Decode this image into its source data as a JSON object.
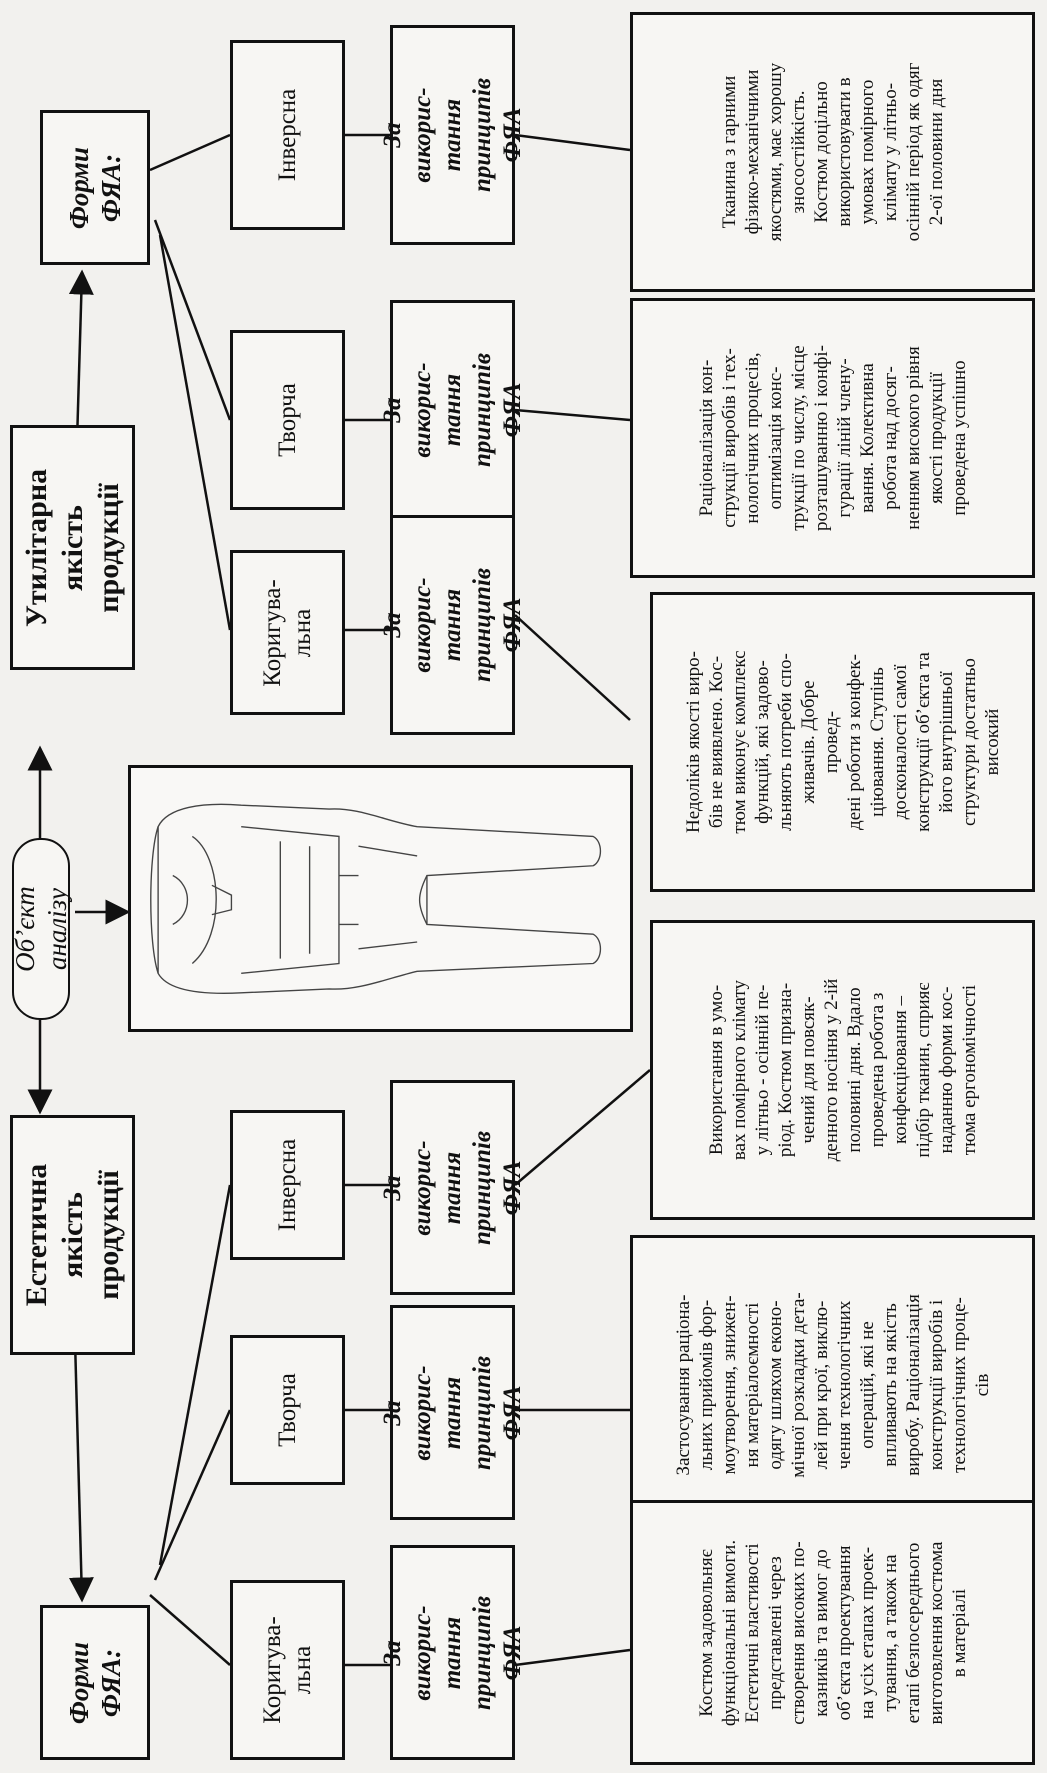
{
  "diagram": {
    "object_label": "Об’єкт аналізу",
    "utilitarian_label": "Утилітарна\nякість\nпродукції",
    "aesthetic_label": "Естетична\nякість\nпродукції",
    "forms_label_top": "Форми\nФЯА:",
    "forms_label_bottom": "Форми\nФЯА:",
    "top_branch": {
      "forms": [
        "Інверсна",
        "Творча",
        "Коригува-\nльна"
      ],
      "principles": [
        "За викорис-\nтання\nпринципів\nФЯА",
        "За викорис-\nтання\nпринципів\nФЯА",
        "За викорис-\nтання\nпринципів\nФЯА"
      ],
      "descriptions": [
        "Тканина з гарними\nфізико-механічними\nякостями, має хорошу\nзносостійкість.\nКостюм доцільно\nвикористовувати в\nумовах помірного\nклімату у літньо-\nосінній період як одяг\n2-ої половини дня",
        "Раціоналізація кон-\nструкції виробів і тех-\nнологічних процесів,\nоптимізація конс-\nтрукції по числу, місце\nрозташуванню і конфі-\nгурації ліній члену-\nвання. Колективна\nробота над досяг-\nненням високого рівня\nякості продукції\nпроведена успішно",
        "Недоліків якості виро-\nбів не виявлено. Кос-\nтюм виконує комплекс\nфункцій, які задово-\nльняють потреби спо-\nживачів. Добре провед-\nдені роботи з конфек-\nціювання. Ступінь\nдосконалості самої\nконструкції об’єкта та\nйого внутрішньої\nструктури достатньо\nвисокий"
      ]
    },
    "bottom_branch": {
      "forms": [
        "Інверсна",
        "Творча",
        "Коригува-\nльна"
      ],
      "principles": [
        "За викорис-\nтання\nпринципів\nФЯА",
        "За викорис-\nтання\nпринципів\nФЯА",
        "За викорис-\nтання\nпринципів\nФЯА"
      ],
      "descriptions": [
        "Використання в умо-\nвах помірного клімату\nу літньо - осінній пе-\nріод. Костюм призна-\nчений для повсяк-\nденного носіння у 2-ій\nполовині дня. Вдало\nпроведена робота з\nконфекціювання –\nпідбір тканин, сприяє\nнаданню форми кос-\nтюма ергономічності",
        "Застосування раціона-\nльних прийомів фор-\nмоутворення, знижен-\nня матеріалоємності\nодягу шляхом еконо-\nмічної розкладки дета-\nлей при крої, виклю-\nчення технологічних\nоперацій, які не\nвпливають на якість\nвиробу. Раціоналізація\nконструкції виробів і\nтехнологічних проце-\nсів",
        "Костюм задовольняє\nфункціональні вимоги.\nЕстетичні властивості\nпредставлені через\nстворення високих по-\nказників та вимог до\nоб’єкта проектування\nна усіх етапах проек-\nтування, а також на\nетапі безпосереднього\nвиготовлення костюма\nв матеріалі"
      ]
    }
  }
}
